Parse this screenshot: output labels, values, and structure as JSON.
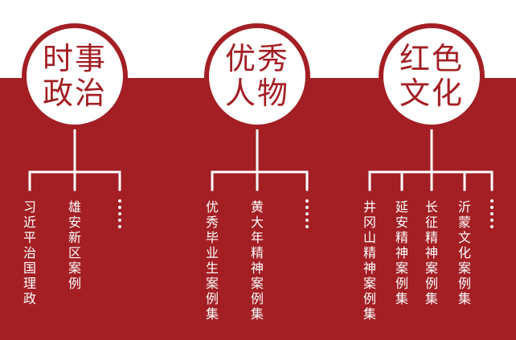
{
  "colors": {
    "primary": "#a31f24",
    "text_light": "#ffffff"
  },
  "groups": [
    {
      "title_lines": [
        "时事",
        "政治"
      ],
      "items": [
        "习近平治国理政",
        "雄安新区案例"
      ]
    },
    {
      "title_lines": [
        "优秀",
        "人物"
      ],
      "items": [
        "优秀毕业生案例集",
        "黄大年精神案例集"
      ]
    },
    {
      "title_lines": [
        "红色",
        "文化"
      ],
      "items": [
        "井冈山精神案例集",
        "延安精神案例集",
        "长征精神案例集",
        "沂蒙文化案例集"
      ]
    }
  ]
}
